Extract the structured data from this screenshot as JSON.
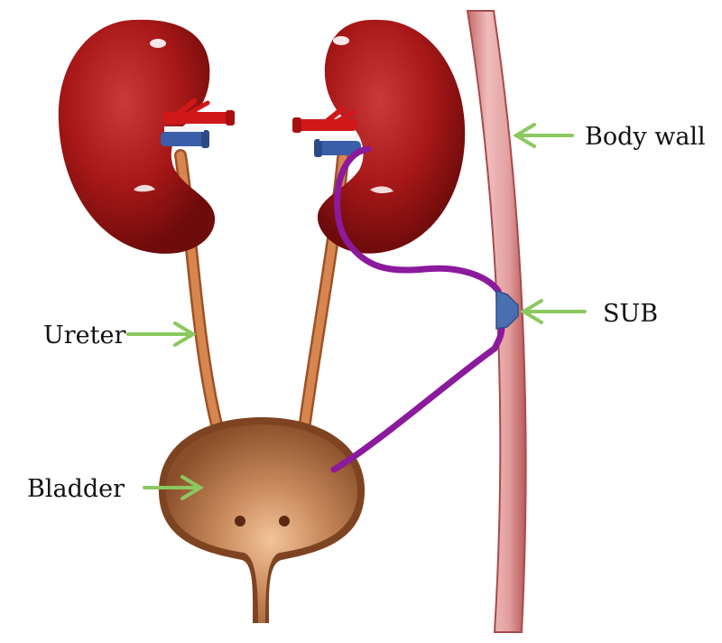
{
  "labels": {
    "body_wall": "Body wall",
    "sub": "SUB",
    "ureter": "Ureter",
    "bladder": "Bladder"
  },
  "colors": {
    "kidney": "#a81818",
    "kidney_dark": "#6e0b0b",
    "ureter": "#d07a45",
    "bladder": "#c07a4a",
    "bladder_light": "#eab488",
    "body_wall": "#e6a4a4",
    "body_wall_edge": "#b85a5a",
    "sub_device": "#4a6fb0",
    "sub_tube": "#8b1a9c",
    "artery": "#d01818",
    "vein": "#3a5fa8",
    "arrow": "#8cc860"
  }
}
